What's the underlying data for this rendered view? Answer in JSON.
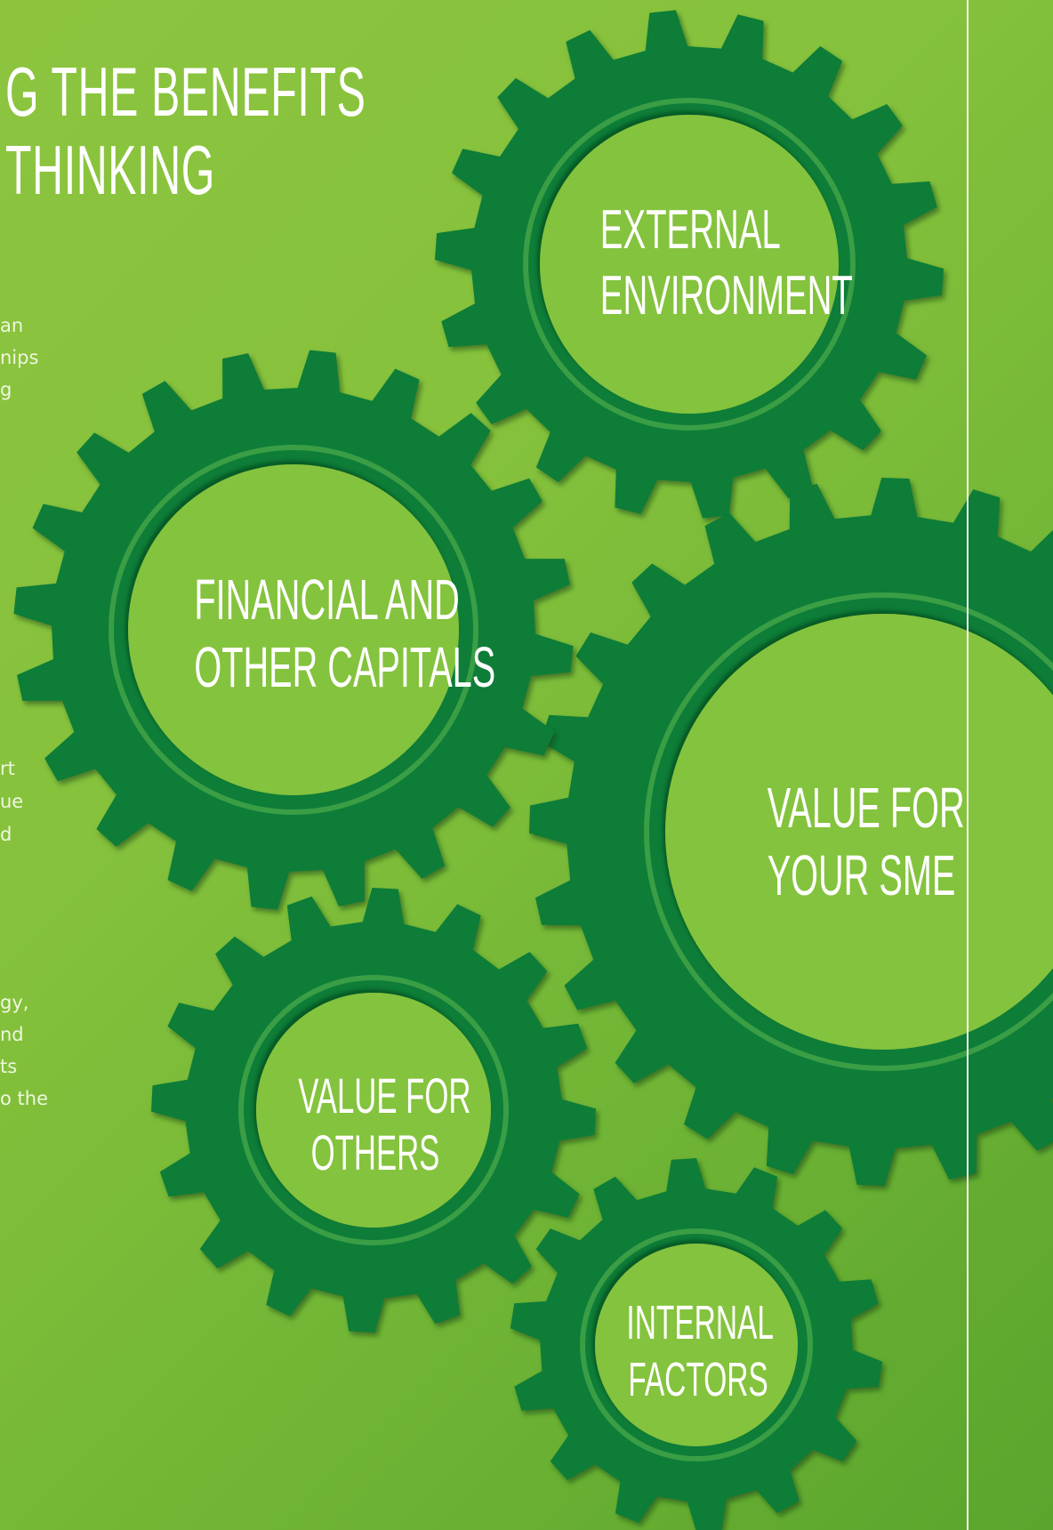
{
  "title": {
    "line1": "G THE BENEFITS",
    "line2": "THINKING"
  },
  "left_fragments": [
    "an",
    "nips",
    "g",
    "rt",
    "ue",
    "d",
    "gy,",
    "nd",
    "ts",
    "o the"
  ],
  "gears": [
    {
      "id": "external-environment",
      "label_lines": [
        "EXTERNAL",
        "ENVIRONMENT"
      ]
    },
    {
      "id": "financial-and-other-capitals",
      "label_lines": [
        "FINANCIAL AND",
        "OTHER CAPITALS"
      ]
    },
    {
      "id": "value-for-your-sme",
      "label_lines": [
        "VALUE FOR",
        "YOUR SME"
      ]
    },
    {
      "id": "value-for-others",
      "label_lines": [
        "VALUE FOR",
        "OTHERS"
      ]
    },
    {
      "id": "internal-factors",
      "label_lines": [
        "INTERNAL",
        "FACTORS"
      ]
    }
  ],
  "colors": {
    "background": "#86c23c",
    "gear_body": "#0b7d37",
    "gear_hub_fill": "#84c33e",
    "gear_ring": "#3a9e45",
    "text": "#ffffff"
  }
}
